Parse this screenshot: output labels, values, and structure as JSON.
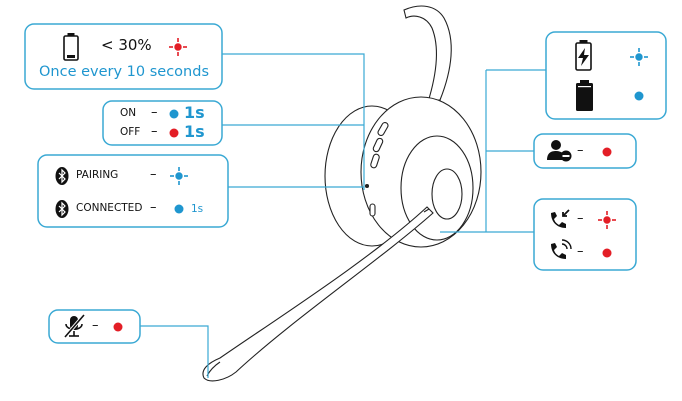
{
  "battery_low": {
    "threshold": "< 30%",
    "interval": "Once every 10 seconds"
  },
  "power": {
    "on_label": "ON",
    "on_duration": "1s",
    "off_label": "OFF",
    "off_duration": "1s"
  },
  "bluetooth": {
    "pairing_label": "PAIRING",
    "connected_label": "CONNECTED",
    "connected_duration": "1s"
  },
  "dash": "–",
  "colors": {
    "blue_led": "#1f96cf",
    "red_led": "#e31e26",
    "box_border": "#3aa9d4",
    "line": "#3aa9d4"
  },
  "icons": {
    "battery_low": "battery-low-icon",
    "battery_charging": "battery-charging-icon",
    "battery_full": "battery-full-icon",
    "busy": "user-busy-icon",
    "incoming_call": "incoming-call-icon",
    "active_call": "active-call-icon",
    "bluetooth": "bluetooth-icon",
    "mute": "mic-muted-icon"
  }
}
